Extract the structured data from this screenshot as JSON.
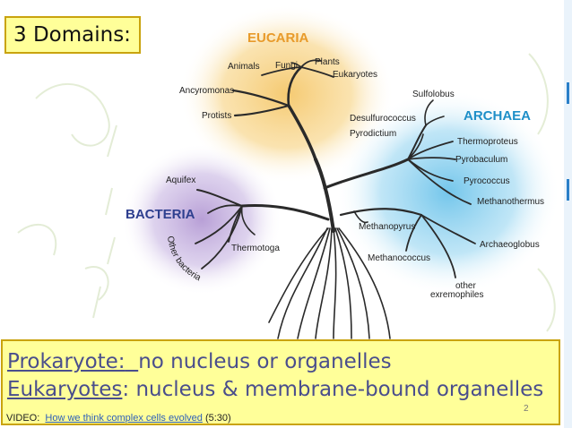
{
  "title": "3 Domains:",
  "tree": {
    "domains": {
      "eucaria": "EUCARIA",
      "archaea": "ARCHAEA",
      "bacteria": "BACTERIA"
    },
    "labels": {
      "animals": "Animals",
      "fungi": "Fungi",
      "plants": "Plants",
      "eukaryotes": "Eukaryotes",
      "ancyromonas": "Ancyromonas",
      "protists": "Protists",
      "sulfolobus": "Sulfolobus",
      "desulfurococcus": "Desulfurococcus",
      "pyrodictium": "Pyrodictium",
      "thermoproteus": "Thermoproteus",
      "pyrobaculum": "Pyrobaculum",
      "pyrococcus": "Pyrococcus",
      "methanothermus": "Methanothermus",
      "methanopyrus": "Methanopyrus",
      "archaeoglobus": "Archaeoglobus",
      "methanococcus": "Methanococcus",
      "other": "other",
      "exremophiles": "exremophiles",
      "aquifex": "Aquifex",
      "thermotoga": "Thermotoga",
      "other_bacteria": "Other bacteria"
    },
    "colors": {
      "eucaria_glow": "#f5c76a",
      "archaea_glow": "#6cc3ea",
      "bacteria_glow": "#b49ad4",
      "domain_eucaria": "#e89a2a",
      "domain_archaea": "#1f8fc8",
      "domain_bacteria": "#2e3f8f",
      "branch": "#2a2a2a"
    }
  },
  "definitions": {
    "prokaryote_term": "Prokaryote:",
    "prokaryote_def": "no nucleus or organelles",
    "eukaryote_term": "Eukaryotes",
    "eukaryote_def": ": nucleus & membrane-bound organelles"
  },
  "video": {
    "prefix": "VIDEO:",
    "link_text": "How we think complex cells evolved",
    "suffix": "(5:30)"
  },
  "page_number": "2"
}
